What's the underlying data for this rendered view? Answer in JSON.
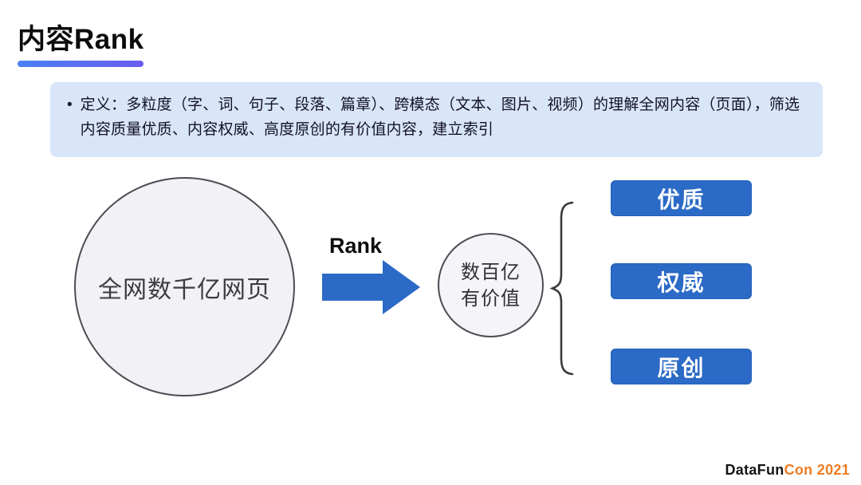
{
  "slide": {
    "title": "内容Rank",
    "definition": {
      "bullet": "•",
      "text": "定义：多粒度（字、词、句子、段落、篇章）、跨模态（文本、图片、视频）的理解全网内容（页面），筛选内容质量优质、内容权威、高度原创的有价值内容，建立索引"
    },
    "diagram": {
      "source_circle_label": "全网数千亿网页",
      "arrow_label": "Rank",
      "result_circle_line1": "数百亿",
      "result_circle_line2": "有价值",
      "categories": [
        {
          "label": "优质"
        },
        {
          "label": "权威"
        },
        {
          "label": "原创"
        }
      ]
    },
    "footer": {
      "brand_black": "DataFun",
      "brand_orange": "Con 2021"
    },
    "colors": {
      "accent_blue": "#2b6ac6",
      "panel_blue": "#d9e5f8",
      "underline_gradient_start": "#4a80f5",
      "underline_gradient_end": "#6a5cf0",
      "circle_fill": "#f2f2f5",
      "circle_border": "#4c4c54",
      "brand_orange": "#ee7c23"
    }
  }
}
